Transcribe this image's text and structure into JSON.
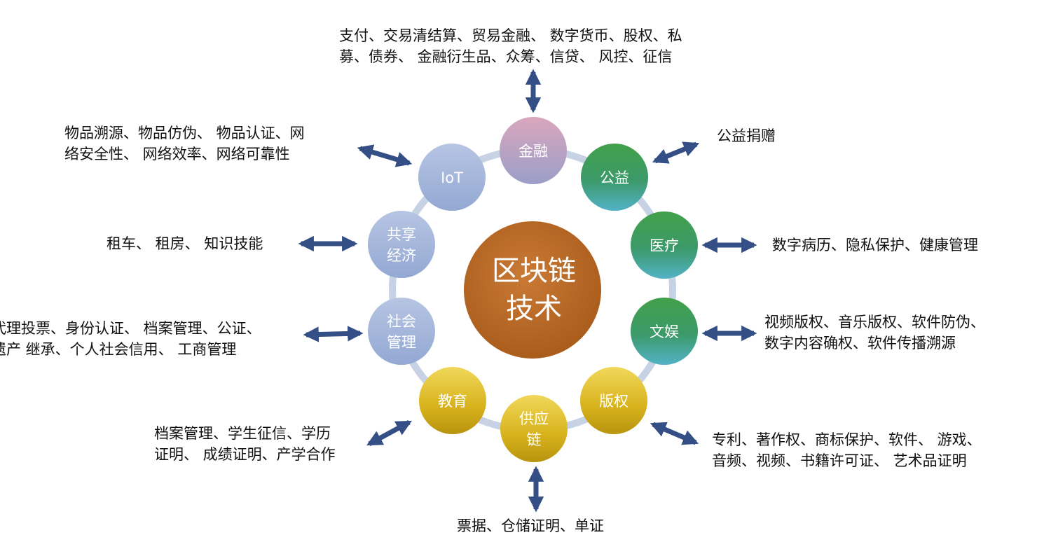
{
  "center": {
    "lines": [
      "区块链",
      "技术"
    ]
  },
  "nodes": [
    {
      "id": "finance",
      "lines": [
        "金融"
      ]
    },
    {
      "id": "charity",
      "lines": [
        "公益"
      ]
    },
    {
      "id": "medical",
      "lines": [
        "医疗"
      ]
    },
    {
      "id": "entertainment",
      "lines": [
        "文娱"
      ]
    },
    {
      "id": "copyright",
      "lines": [
        "版权"
      ]
    },
    {
      "id": "supply",
      "lines": [
        "供应",
        "链"
      ]
    },
    {
      "id": "education",
      "lines": [
        "教育"
      ]
    },
    {
      "id": "social",
      "lines": [
        "社会",
        "管理"
      ]
    },
    {
      "id": "sharing",
      "lines": [
        "共享",
        "经济"
      ]
    },
    {
      "id": "iot",
      "lines": [
        "IoT"
      ]
    }
  ],
  "applications": {
    "finance": [
      "支付、交易清结算、贸易金融、 数字货币、股权、私",
      "募、债券、 金融衍生品、众筹、信贷、 风控、征信"
    ],
    "charity": [
      "公益捐赠"
    ],
    "medical": [
      "数字病历、隐私保护、健康管理"
    ],
    "entertainment": [
      "视频版权、音乐版权、软件防伪、",
      "数字内容确权、软件传播溯源"
    ],
    "copyright": [
      "专利、著作权、商标保护、软件、 游戏、",
      "音频、视频、书籍许可证、 艺术品证明"
    ],
    "supply": [
      "票据、仓储证明、单证"
    ],
    "education": [
      "档案管理、学生征信、学历",
      "证明、 成绩证明、产学合作"
    ],
    "social": [
      "代理投票、身份认证、 档案管理、公证、",
      "遗产 继承、个人社会信用、 工商管理"
    ],
    "sharing": [
      "租车、 租房、 知识技能"
    ],
    "iot": [
      "物品溯源、物品仿伪、 物品认证、网",
      "络安全性、 网络效率、网络可靠性"
    ]
  },
  "colors": {
    "center": "#b8661e",
    "ring": "#c7d2e4",
    "arrow": "#344f86",
    "text": "#111111"
  }
}
